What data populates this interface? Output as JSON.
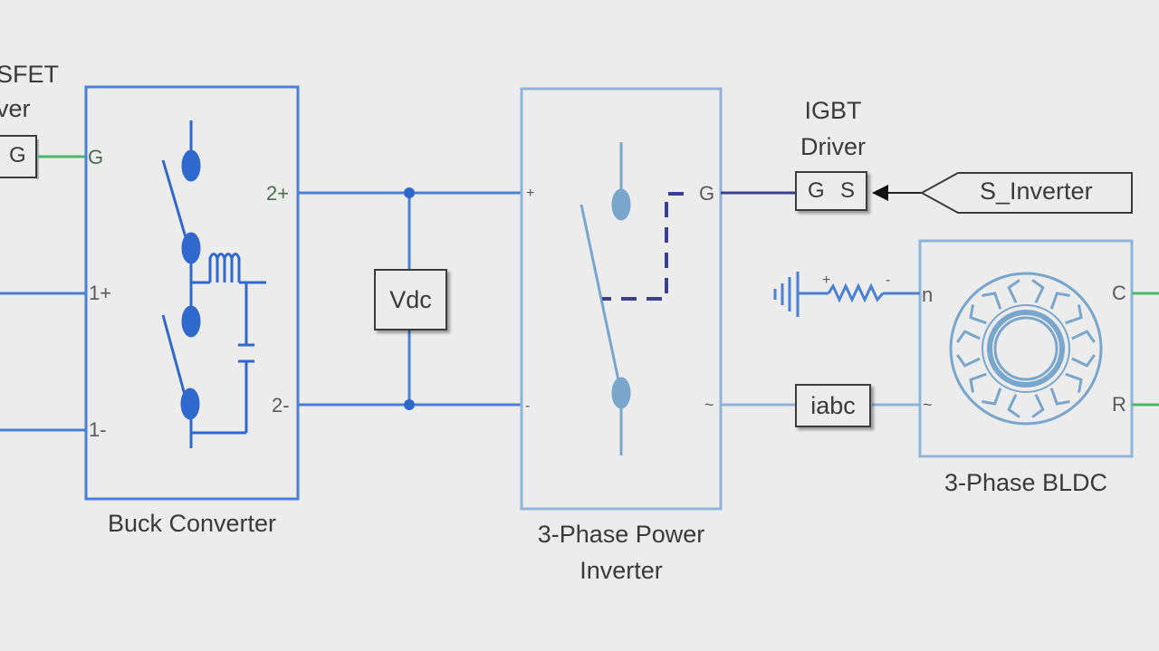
{
  "diagram": {
    "colors": {
      "background": "#ececec",
      "wire_blue": "#4a7fd4",
      "wire_lightblue": "#8fb4d9",
      "wire_green": "#4cb86b",
      "wire_navy": "#3a3f8f",
      "block_dark_blue": "#3068cc",
      "block_light_blue": "#7aa6cc"
    },
    "blocks": {
      "mosfet_driver": {
        "title_line1": "SFET",
        "title_line2": "ver",
        "port_g": "G"
      },
      "buck_converter": {
        "label": "Buck Converter",
        "ports": {
          "g": "G",
          "p1_plus": "1+",
          "p1_minus": "1-",
          "p2_plus": "2+",
          "p2_minus": "2-"
        }
      },
      "vdc": {
        "label": "Vdc"
      },
      "inverter": {
        "label_line1": "3-Phase Power",
        "label_line2": "Inverter",
        "ports": {
          "plus": "+",
          "minus": "-",
          "g": "G",
          "ac": "~"
        }
      },
      "igbt_driver": {
        "title_line1": "IGBT",
        "title_line2": "Driver",
        "port_g": "G",
        "port_s": "S"
      },
      "s_inverter_tag": {
        "label": "S_Inverter"
      },
      "iabc": {
        "label": "iabc"
      },
      "bldc": {
        "label": "3-Phase BLDC",
        "ports": {
          "n": "n",
          "ac": "~",
          "c": "C",
          "r": "R"
        }
      },
      "resistor": {
        "plus": "+",
        "minus": "-"
      }
    }
  }
}
